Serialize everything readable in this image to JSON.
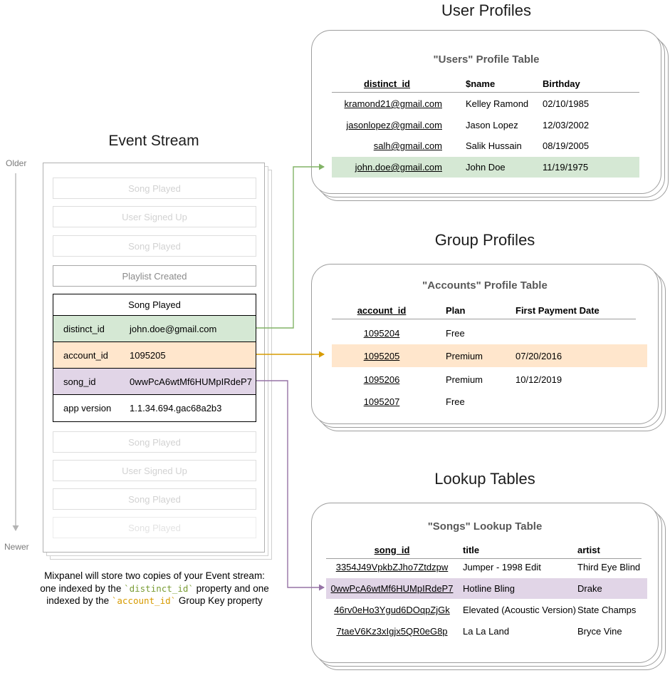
{
  "colors": {
    "green_bg": "#d5e8d4",
    "green_line": "#82b366",
    "orange_bg": "#ffe6cc",
    "orange_line": "#d79b00",
    "purple_bg": "#e1d5e7",
    "purple_line": "#9673a6"
  },
  "event_stream": {
    "title": "Event Stream",
    "older_label": "Older",
    "newer_label": "Newer",
    "events_top": [
      "Song Played",
      "User Signed Up",
      "Song Played",
      "Playlist Created"
    ],
    "detail": {
      "title": "Song Played",
      "rows": [
        {
          "key": "distinct_id",
          "value": "john.doe@gmail.com"
        },
        {
          "key": "account_id",
          "value": "1095205"
        },
        {
          "key": "song_id",
          "value": "0wwPcA6wtMf6HUMpIRdeP7"
        },
        {
          "key": "app version",
          "value": "1.1.34.694.gac68a2b3"
        }
      ]
    },
    "events_bottom": [
      "Song Played",
      "User Signed Up",
      "Song Played",
      "Song Played"
    ],
    "caption": {
      "line1": "Mixpanel will store two copies of your Event stream:",
      "line2_pre": "one indexed by the ",
      "line2_code": "`distinct_id`",
      "line2_post": " property and one",
      "line3_pre": "indexed by the ",
      "line3_code": "`account_id`",
      "line3_post": " Group Key property"
    }
  },
  "user_profiles": {
    "section_title": "User Profiles",
    "table_title": "\"Users\" Profile Table",
    "columns": [
      "distinct_id",
      "$name",
      "Birthday"
    ],
    "rows": [
      [
        "kramond21@gmail.com",
        "Kelley Ramond",
        "02/10/1985"
      ],
      [
        "jasonlopez@gmail.com",
        "Jason Lopez",
        "12/03/2002"
      ],
      [
        "salh@gmail.com",
        "Salik Hussain",
        "08/19/2005"
      ],
      [
        "john.doe@gmail.com",
        "John Doe",
        "11/19/1975"
      ]
    ]
  },
  "group_profiles": {
    "section_title": "Group Profiles",
    "table_title": "\"Accounts\" Profile Table",
    "columns": [
      "account_id",
      "Plan",
      "First Payment Date"
    ],
    "rows": [
      [
        "1095204",
        "Free",
        ""
      ],
      [
        "1095205",
        "Premium",
        "07/20/2016"
      ],
      [
        "1095206",
        "Premium",
        "10/12/2019"
      ],
      [
        "1095207",
        "Free",
        ""
      ]
    ]
  },
  "lookup_tables": {
    "section_title": "Lookup Tables",
    "table_title": "\"Songs\" Lookup Table",
    "columns": [
      "song_id",
      "title",
      "artist"
    ],
    "rows": [
      [
        "3354J49VpkbZJho7Ztdzpw",
        "Jumper - 1998 Edit",
        "Third Eye Blind"
      ],
      [
        "0wwPcA6wtMf6HUMpIRdeP7",
        "Hotline Bling",
        "Drake"
      ],
      [
        "46rv0eHo3Ygud6DOqpZjGk",
        "Elevated (Acoustic Version)",
        "State Champs"
      ],
      [
        "7taeV6Kz3xIgjx5QR0eG8p",
        "La La Land",
        "Bryce Vine"
      ]
    ]
  }
}
